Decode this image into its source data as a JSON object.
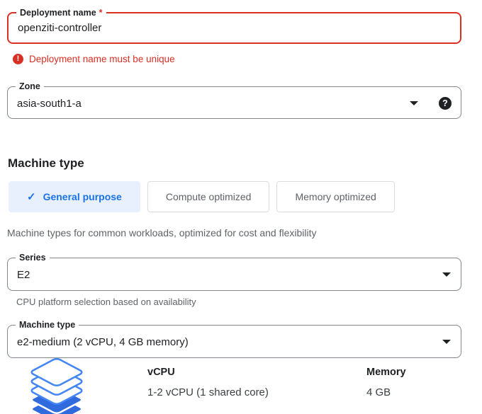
{
  "fields": {
    "deployment_name": {
      "label": "Deployment name",
      "required_marker": "*",
      "value": "openziti-controller",
      "error": "Deployment name must be unique"
    },
    "zone": {
      "label": "Zone",
      "value": "asia-south1-a"
    },
    "series": {
      "label": "Series",
      "value": "E2",
      "helper": "CPU platform selection based on availability"
    },
    "machine_type": {
      "label": "Machine type",
      "value": "e2-medium (2 vCPU, 4 GB memory)"
    }
  },
  "machine_type_section": {
    "heading": "Machine type",
    "tabs": [
      {
        "label": "General purpose",
        "selected": true
      },
      {
        "label": "Compute optimized",
        "selected": false
      },
      {
        "label": "Memory optimized",
        "selected": false
      }
    ],
    "description": "Machine types for common workloads, optimized for cost and flexibility"
  },
  "specs": {
    "vcpu_header": "vCPU",
    "vcpu_value": "1-2 vCPU (1 shared core)",
    "memory_header": "Memory",
    "memory_value": "4 GB"
  },
  "glyphs": {
    "check": "✓",
    "question": "?",
    "exclamation": "!"
  },
  "icons": {
    "error": "exclamation-circle-icon",
    "help": "question-circle-icon",
    "dropdown": "caret-down-icon",
    "selected_tab": "checkmark-icon",
    "machine_series": "layers-icon"
  },
  "colors": {
    "error_red": "#d93025",
    "accent_blue": "#1a73e8",
    "selected_tab_bg": "#e8f0fe",
    "text": "#202124",
    "muted_text": "#5f6368",
    "field_border": "#80868b",
    "tab_border": "#dadce0",
    "layers_outline": "#4285f4",
    "layers_fill": "#2f6bdf"
  }
}
